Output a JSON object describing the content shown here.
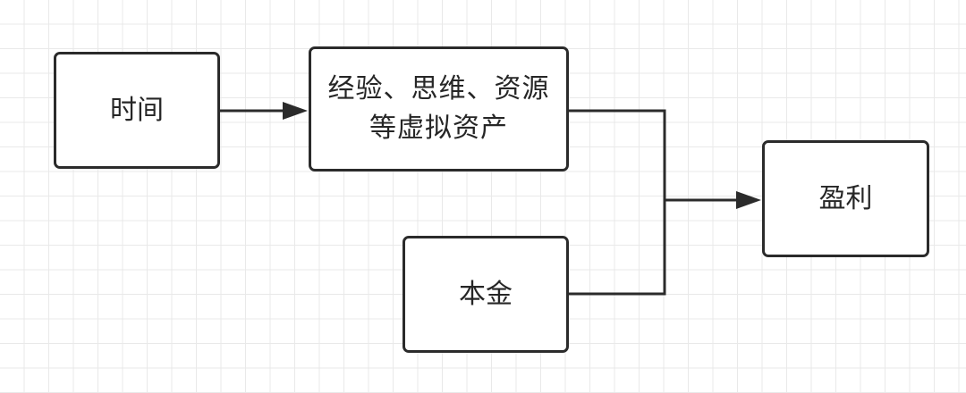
{
  "nodes": {
    "time": "时间",
    "assets": "经验、思维、资源等虚拟资产",
    "capital": "本金",
    "profit": "盈利"
  },
  "colors": {
    "grid": "#e9e9e9",
    "stroke": "#2b2b2b",
    "text": "#262626",
    "background": "#ffffff"
  }
}
